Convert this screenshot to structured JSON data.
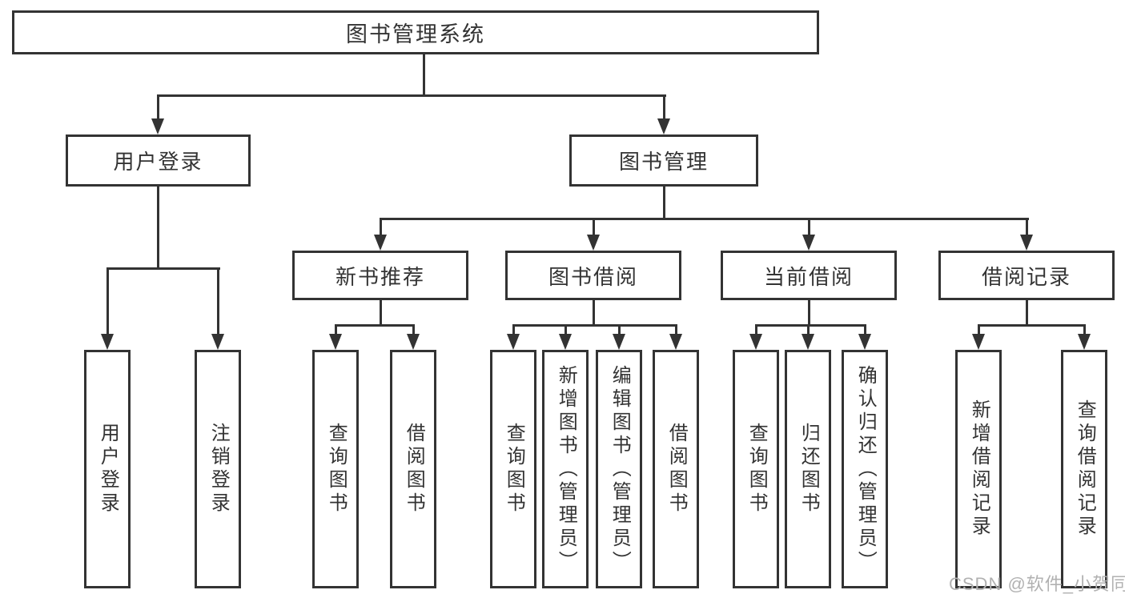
{
  "colors": {
    "line": "#333333",
    "box_border": "#333333",
    "text": "#333333",
    "background": "#ffffff",
    "watermark": "#b1b1b1"
  },
  "diagram": {
    "type": "tree",
    "root": {
      "label": "图书管理系统"
    },
    "branches": {
      "user_login": {
        "label": "用户登录",
        "children": [
          "用户登录",
          "注销登录"
        ]
      },
      "book_management": {
        "label": "图书管理",
        "sections": [
          {
            "label": "新书推荐",
            "children": [
              "查询图书",
              "借阅图书"
            ]
          },
          {
            "label": "图书借阅",
            "children": [
              "查询图书",
              "新增图书（管理员）",
              "编辑图书（管理员）",
              "借阅图书"
            ]
          },
          {
            "label": "当前借阅",
            "children": [
              "查询图书",
              "归还图书",
              "确认归还（管理员）"
            ]
          },
          {
            "label": "借阅记录",
            "children": [
              "新增借阅记录",
              "查询借阅记录"
            ]
          }
        ]
      }
    }
  },
  "watermark": {
    "text": "CSDN @软件_小贺同学"
  }
}
